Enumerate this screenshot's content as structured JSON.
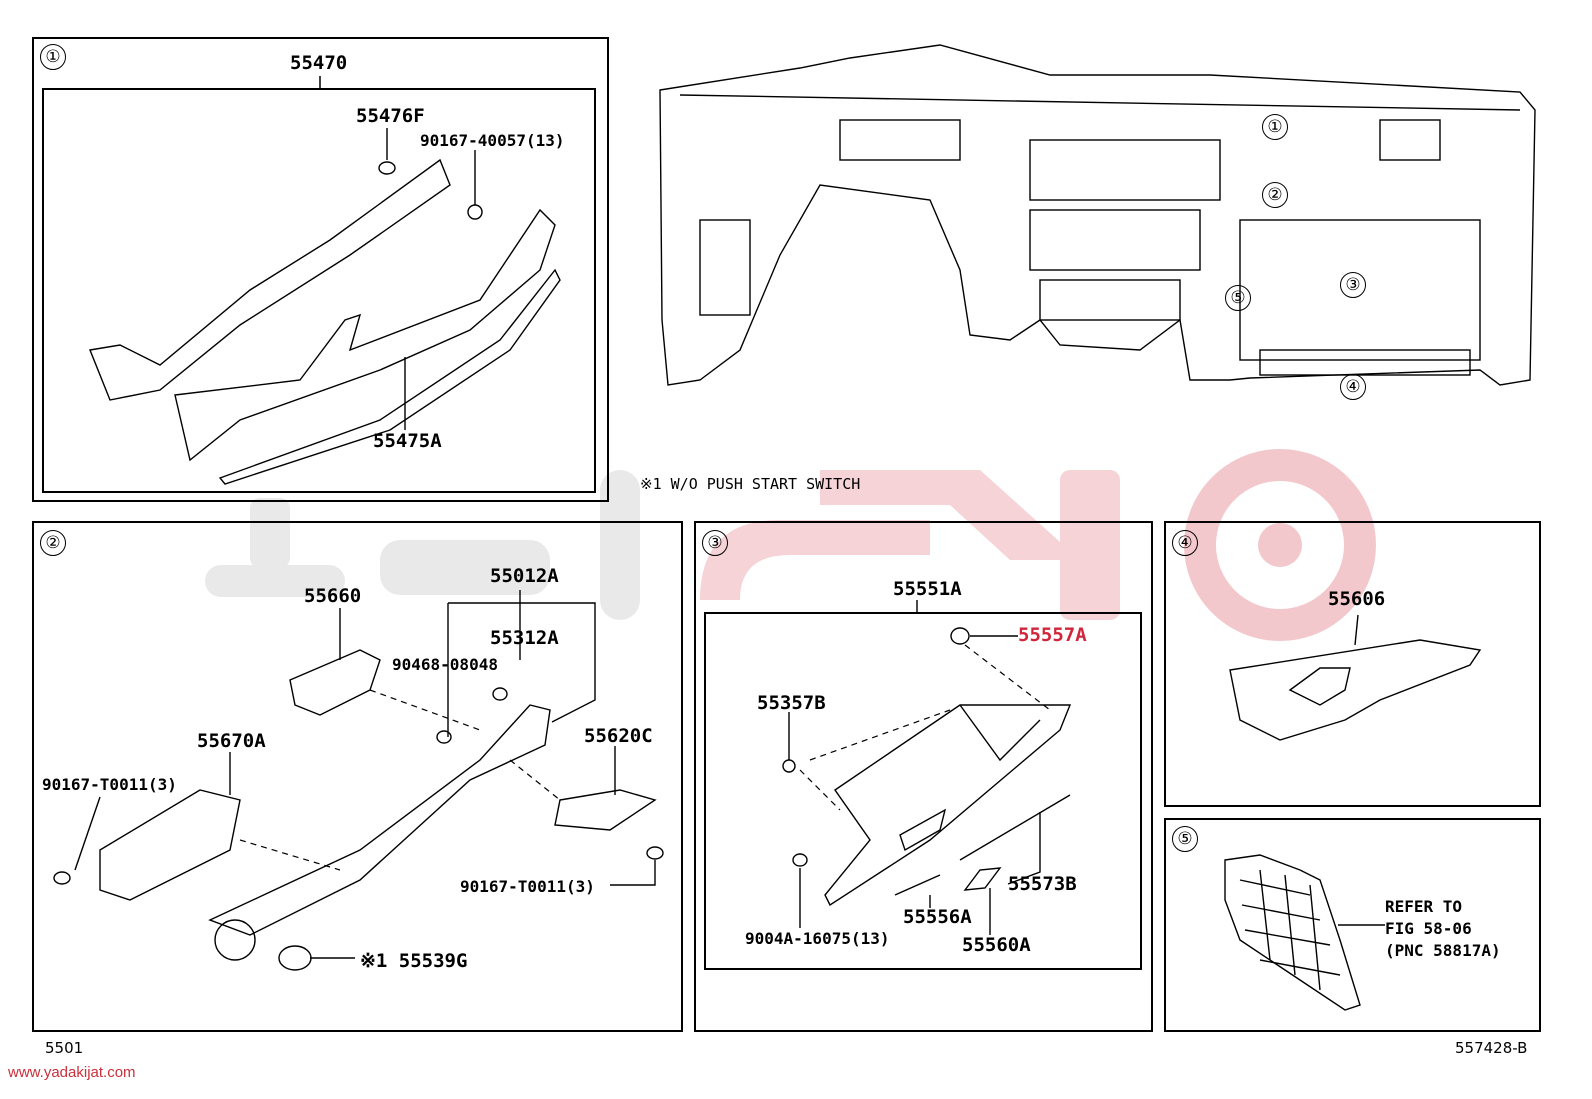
{
  "watermark": {
    "site": "www.yadakijat.com",
    "color": "#d0253a"
  },
  "footer": {
    "left": "5501",
    "right": "557428-B"
  },
  "overview": {
    "note": "※1 W/O PUSH START SWITCH",
    "callouts": [
      "①",
      "②",
      "③",
      "④",
      "⑤"
    ]
  },
  "panel1": {
    "number": "①",
    "assembly": "55470",
    "parts": {
      "p1": "55476F",
      "p2": "90167-40057(13)",
      "p3": "55475A"
    }
  },
  "panel2": {
    "number": "②",
    "parts": {
      "p1": "55660",
      "p2": "55012A",
      "p3": "55312A",
      "p4": "90468-08048",
      "p5": "55670A",
      "p6": "90167-T0011(3)",
      "p7": "55620C",
      "p8": "90167-T0011(3)",
      "p9": "※1 55539G"
    }
  },
  "panel3": {
    "number": "③",
    "assembly": "55551A",
    "parts": {
      "p1": "55557A",
      "p2": "55357B",
      "p3": "55573B",
      "p4": "55556A",
      "p5": "55560A",
      "p6": "9004A-16075(13)"
    }
  },
  "panel4": {
    "number": "④",
    "parts": {
      "p1": "55606"
    }
  },
  "panel5": {
    "number": "⑤",
    "refer": [
      "REFER TO",
      "FIG 58-06",
      "(PNC 58817A)"
    ]
  }
}
